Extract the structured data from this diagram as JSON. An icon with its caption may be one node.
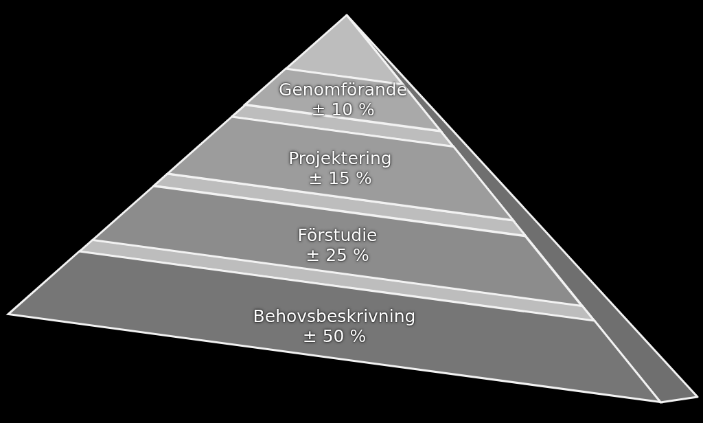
{
  "diagram": {
    "nodes": [
      {
        "text": [
          "Genomförande",
          "± 10 %"
        ]
      },
      {
        "text": [
          "Projektering",
          "± 15 %"
        ]
      },
      {
        "text": [
          "Förstudie",
          "± 25 %"
        ]
      },
      {
        "text": [
          "Behovsbeskrivning",
          "± 50 %"
        ]
      }
    ]
  }
}
